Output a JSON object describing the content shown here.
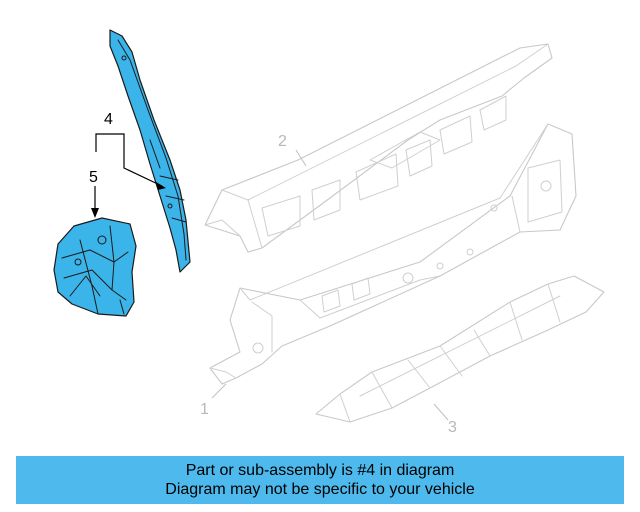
{
  "callouts": {
    "label_1": "1",
    "label_2": "2",
    "label_3": "3",
    "label_4": "4",
    "label_5": "5"
  },
  "highlighted_part": "4",
  "colors": {
    "highlight": "#3bb4ea",
    "banner": "#4db9ec",
    "ghost_outline": "#c8c8c8"
  },
  "caption": {
    "line1": "Part or sub-assembly is #4 in diagram",
    "line2": "Diagram may not be specific to your vehicle"
  }
}
